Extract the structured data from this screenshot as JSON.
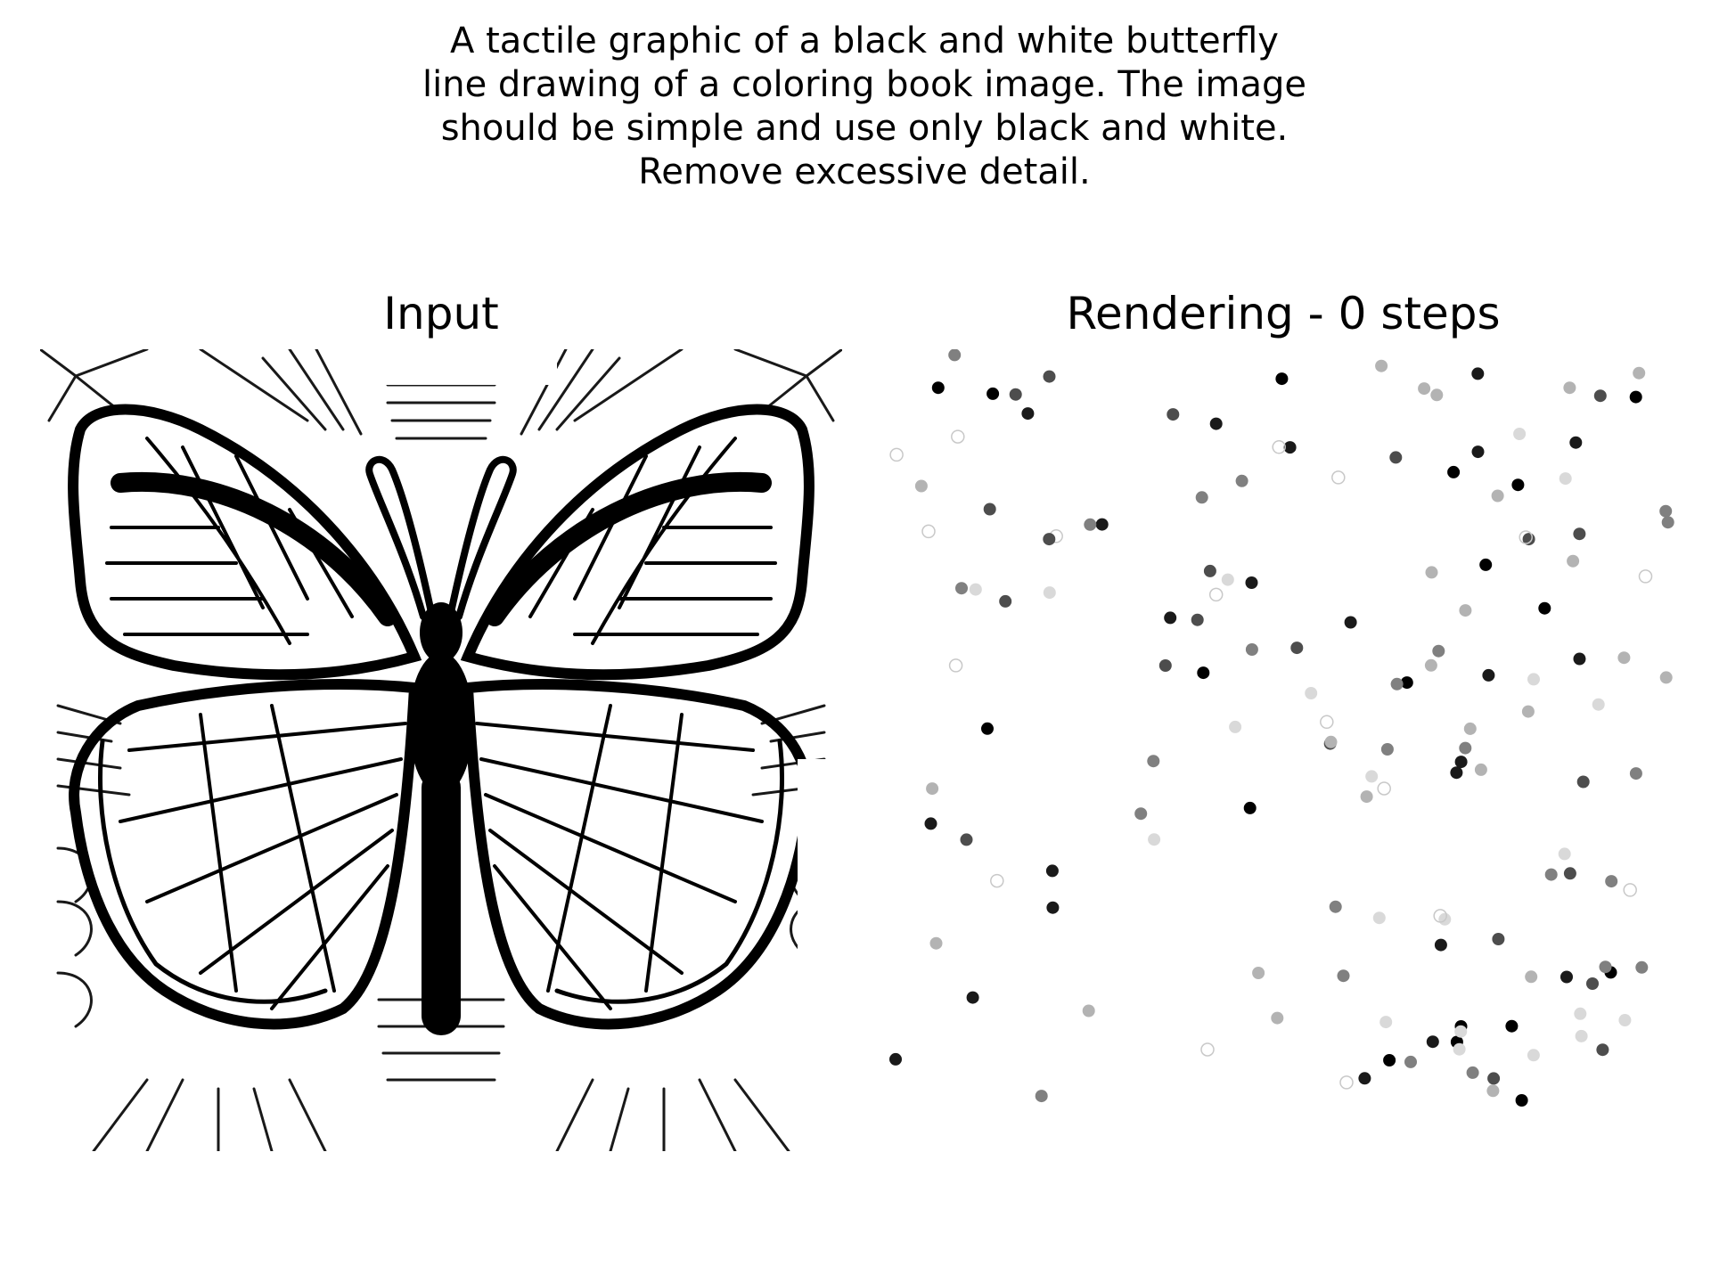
{
  "prompt": {
    "lines": [
      "A tactile graphic of a black and white butterfly",
      "line drawing of a coloring book image. The image",
      "should be simple and use only black and white.",
      "Remove excessive detail."
    ]
  },
  "panels": {
    "input_title": "Input",
    "rendering_title": "Rendering - 0 steps"
  }
}
